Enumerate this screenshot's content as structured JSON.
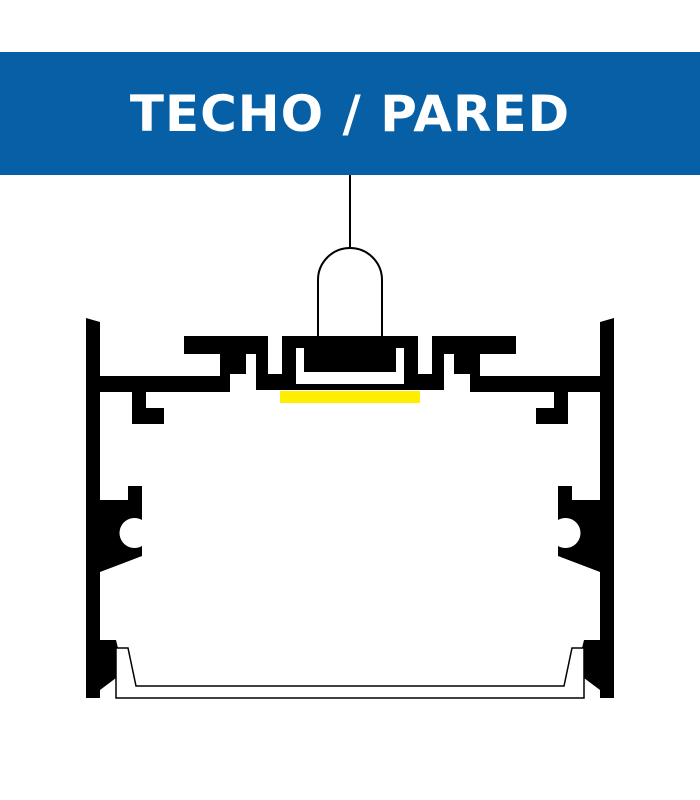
{
  "banner": {
    "title": "TECHO / PARED"
  },
  "colors": {
    "banner_background": "#0760A6",
    "banner_text": "#FFFFFF",
    "profile": "#000000",
    "led_strip": "#FFEE00",
    "diffuser": "#FFFFFF"
  },
  "icons": {
    "suspension_cable": "cable-line",
    "suspension_clip": "hanger-clip-shape",
    "aluminum_profile": "profile-cross-section",
    "led_strip": "yellow-bar",
    "diffuser": "diffuser-outline"
  }
}
